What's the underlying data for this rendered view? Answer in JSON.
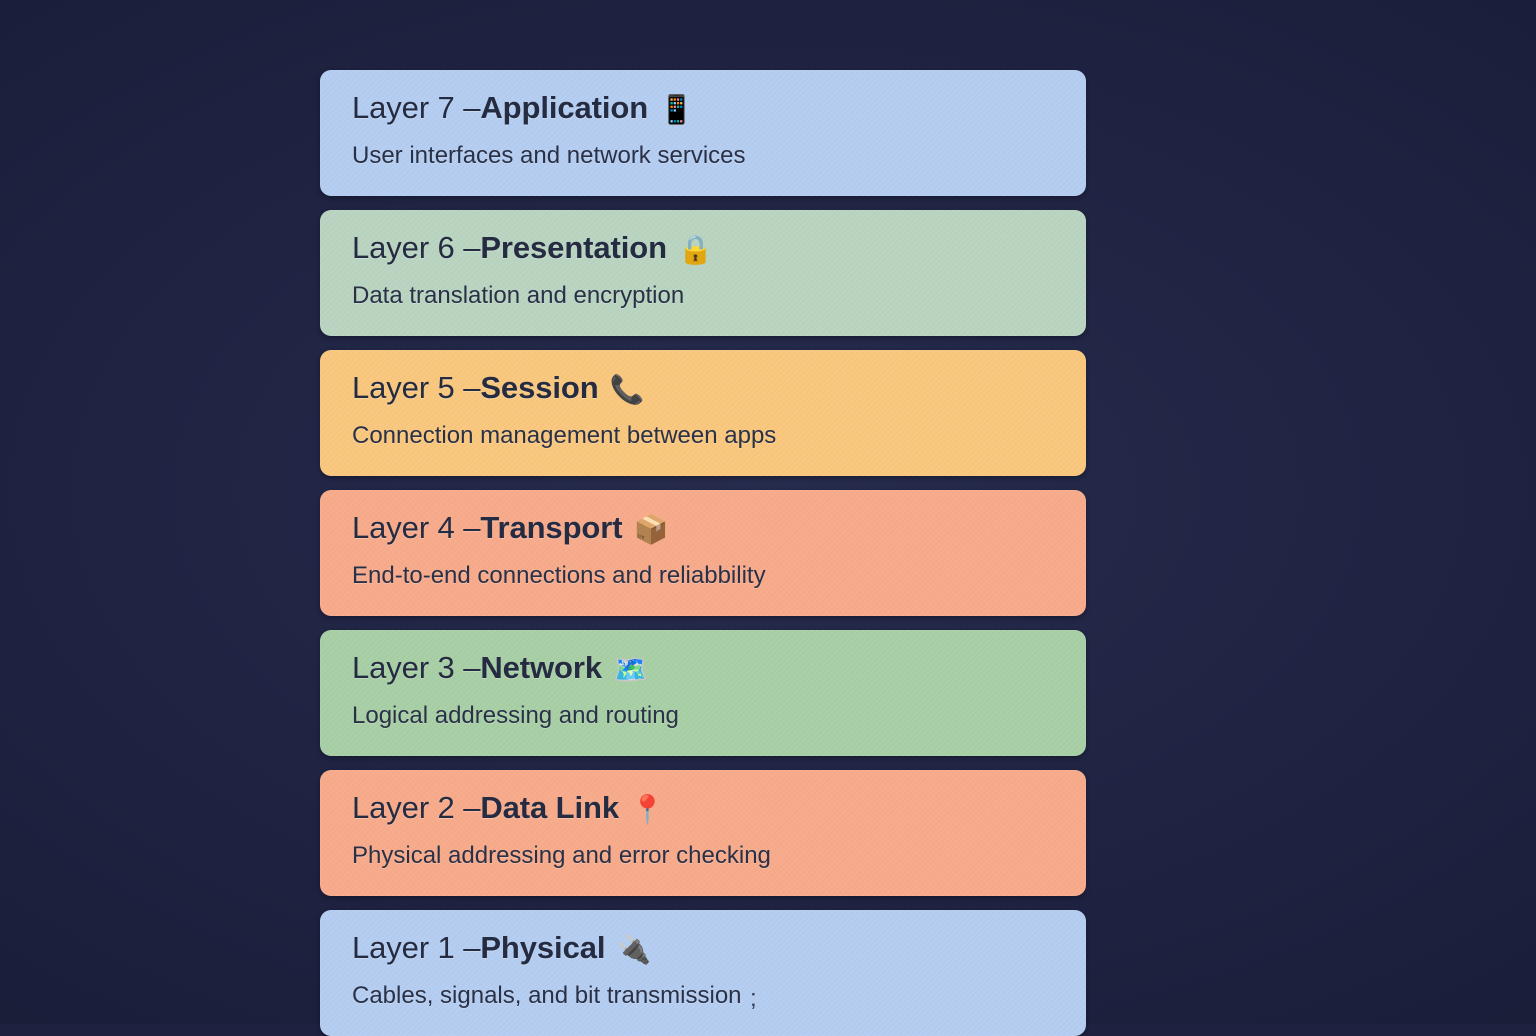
{
  "background_color": "#1e2240",
  "diagram": {
    "type": "osi-model-stack",
    "title_separator": "–",
    "layers": [
      {
        "number": "7",
        "prefix": "Layer 7 – ",
        "name": "Application",
        "emoji": "📱",
        "icon_name": "mobile-phone-icon",
        "description": "User interfaces and network services",
        "color": "#b4cdf0"
      },
      {
        "number": "6",
        "prefix": "Layer 6 – ",
        "name": "Presentation",
        "emoji": "🔒",
        "icon_name": "lock-icon",
        "description": "Data translation and encryption",
        "color": "#b9d4c0"
      },
      {
        "number": "5",
        "prefix": "Layer 5 – ",
        "name": "Session",
        "emoji": "📞",
        "icon_name": "telephone-receiver-icon",
        "description": "Connection management between apps",
        "color": "#f9c77e"
      },
      {
        "number": "4",
        "prefix": "Layer 4 – ",
        "name": "Transport",
        "emoji": "📦",
        "icon_name": "package-box-icon",
        "description": "End-to-end connections and reliabbility",
        "color": "#f7ab8b"
      },
      {
        "number": "3",
        "prefix": "Layer 3 – ",
        "name": "Network",
        "emoji": "🗺️",
        "icon_name": "world-map-icon",
        "description": "Logical addressing and routing",
        "color": "#a8cfa6"
      },
      {
        "number": "2",
        "prefix": "Layer 2 – ",
        "name": "Data Link",
        "emoji": "📍",
        "icon_name": "round-pushpin-icon",
        "description": "Physical addressing and error checking",
        "color": "#f7ab8b"
      },
      {
        "number": "1",
        "prefix": "Layer 1 – ",
        "name": "Physical",
        "emoji": "🔌",
        "icon_name": "electric-plug-icon",
        "description": "Cables, signals, and bit transmission",
        "color": "#b4cdf0",
        "artifact_glyph": ";"
      }
    ]
  }
}
